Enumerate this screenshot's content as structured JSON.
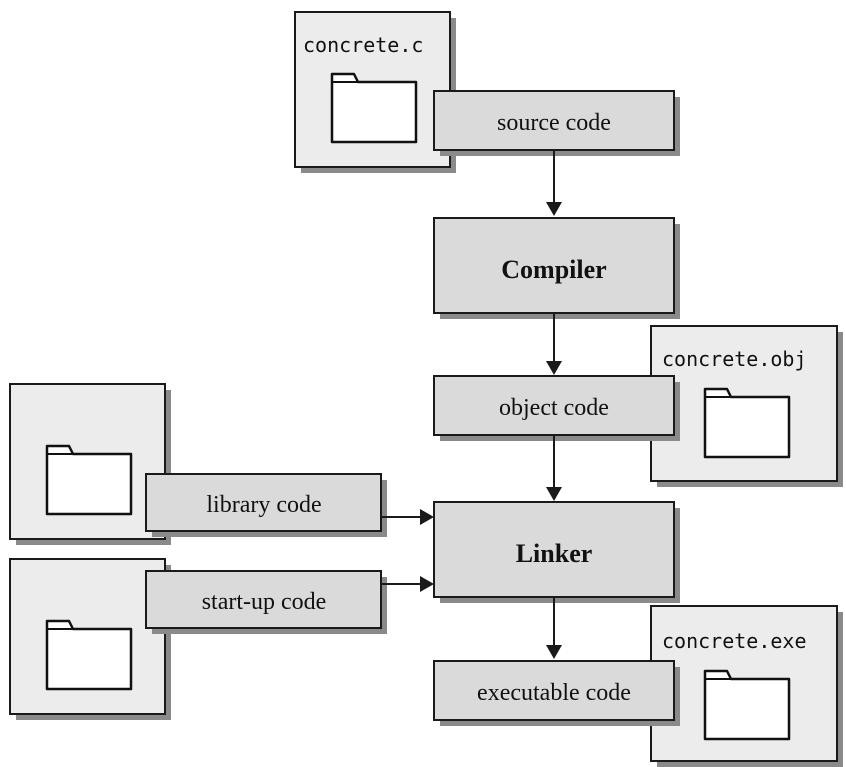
{
  "files": {
    "source_file": "concrete.c",
    "object_file": "concrete.obj",
    "executable_file": "concrete.exe"
  },
  "labels": {
    "source_code": "source code",
    "object_code": "object code",
    "library_code": "library code",
    "startup_code": "start-up code",
    "executable_code": "executable code"
  },
  "processes": {
    "compiler": "Compiler",
    "linker": "Linker"
  },
  "icons": [
    "folder-icon"
  ]
}
